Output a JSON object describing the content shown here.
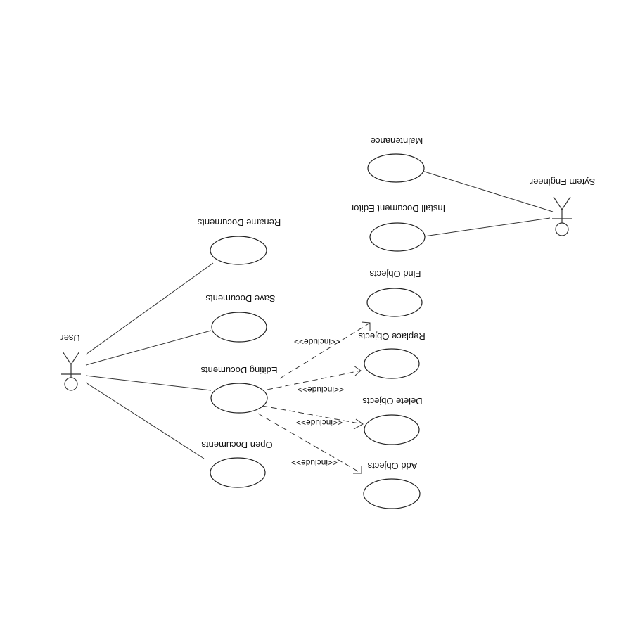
{
  "diagram": {
    "actors": {
      "user": "User",
      "system_engineer": "Sytem Engineer"
    },
    "use_cases": {
      "maintenance": "Maintenance",
      "install": "Install Document Editor",
      "rename": "Rename Documents",
      "save": "Save Documents",
      "editing": "Editing Documents",
      "open": "Open Documents",
      "find": "Find Objects",
      "replace": "Replace Objects",
      "delete": "Delete Objects",
      "add": "Add Objects"
    },
    "include_label": "<<include>>"
  }
}
